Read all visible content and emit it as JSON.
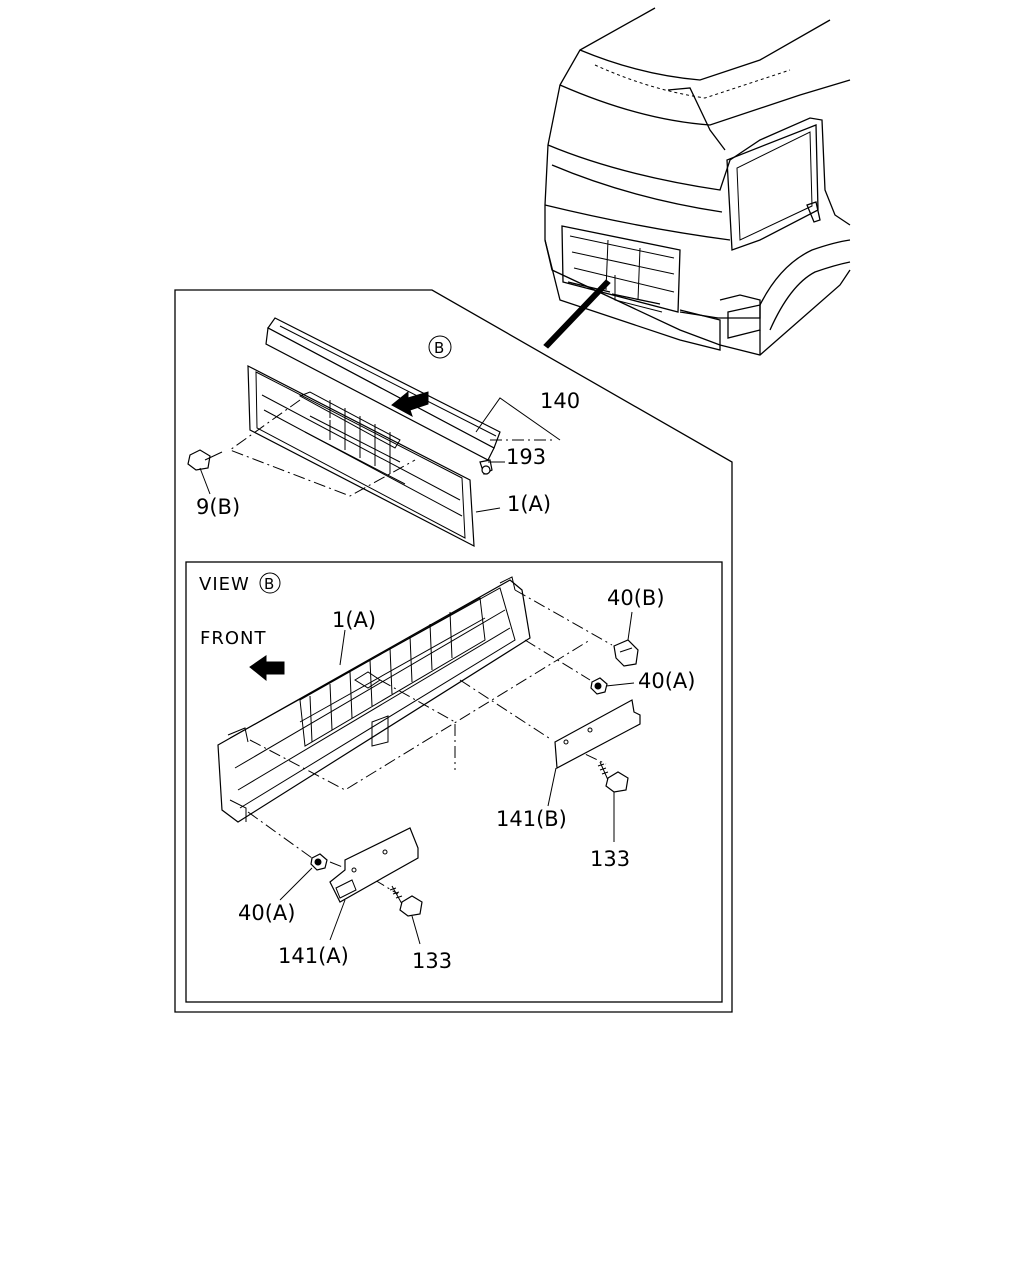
{
  "labels": {
    "callout_b": "B",
    "p140": "140",
    "p193": "193",
    "p1a_top": "1(A)",
    "p9b": "9(B)",
    "view_label": "VIEW",
    "view_circle": "B",
    "front": "FRONT",
    "p1a_view": "1(A)",
    "p40b": "40(B)",
    "p40a_right": "40(A)",
    "p141b": "141(B)",
    "p133_right": "133",
    "p40a_left": "40(A)",
    "p141a": "141(A)",
    "p133_left": "133"
  }
}
